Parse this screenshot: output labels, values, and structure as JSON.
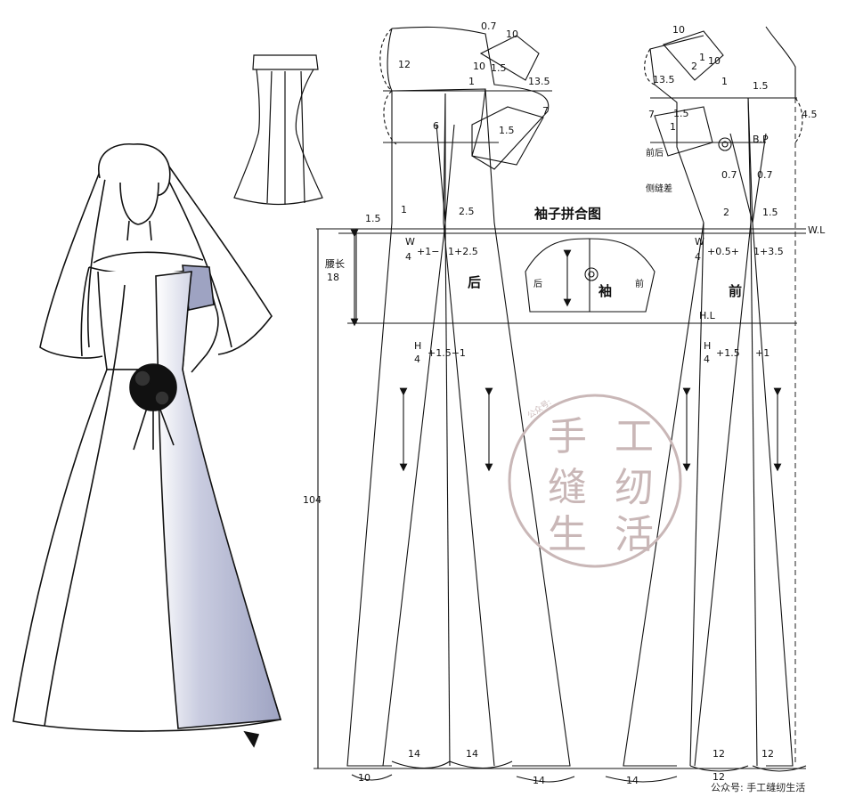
{
  "labels": {
    "sleeve_title": "袖子拼合图",
    "back": "后",
    "front": "前",
    "sleeve": "袖",
    "sleeve_back": "后",
    "sleeve_front": "前",
    "waist_length_1": "腰长",
    "waist_length_2": "18",
    "side_seam_diff_1": "前后",
    "side_seam_diff_2": "侧缝差",
    "total_length": "104",
    "wl": "W.L",
    "hl": "H.L",
    "bp": "B.P",
    "back_waist_formula_a": "W",
    "back_waist_formula_b": "4",
    "back_waist_formula_c": "+1−",
    "back_waist_formula_d": "1+2.5",
    "front_waist_formula_a": "W",
    "front_waist_formula_b": "4",
    "front_waist_formula_c": "+0.5+",
    "front_waist_formula_d": "1+3.5",
    "back_hip_a": "H",
    "back_hip_b": "4",
    "back_hip_c": "+1.5−1",
    "front_hip_a": "H",
    "front_hip_b": "4",
    "front_hip_c": "+1.5",
    "front_hip_d": "+1",
    "watermark": [
      "手",
      "工",
      "缝",
      "纫",
      "生",
      "活"
    ],
    "watermark_small": "公众号:",
    "credit": "公众号: 手工缝纫生活"
  },
  "measurements": {
    "m_12": "12",
    "m_07_top": "0.7",
    "m_10_top": "10",
    "m_10_side": "10",
    "m_15_a": "1.5",
    "m_135_back": "13.5",
    "m_7_back": "7",
    "m_6": "6",
    "m_15_b": "1.5",
    "m_1_back": "1",
    "m_15_wl_left": "1.5",
    "m_1_wl": "1",
    "m_25": "2.5",
    "m_10_front_top": "10",
    "m_2_front": "2",
    "m_1_front_a": "1",
    "m_10_front_side": "10",
    "m_135_front": "13.5",
    "m_1_front_b": "1",
    "m_15_front_c": "1.5",
    "m_7_front": "7",
    "m_15_front_d": "1.5",
    "m_1_front_e": "1",
    "m_45": "4.5",
    "m_07_bp_l": "0.7",
    "m_07_bp_r": "0.7",
    "m_2_wl": "2",
    "m_15_wl_right": "1.5",
    "hem_14_a": "14",
    "hem_14_b": "14",
    "hem_10": "10",
    "hem_14_c": "14",
    "hem_14_d": "14",
    "hem_12_a": "12",
    "hem_12_b": "12",
    "hem_12_c": "12"
  },
  "colors": {
    "line": "#1a1a1a",
    "dash": "#333333",
    "panel_shade": "#9ea3c2",
    "watermark": "#c9b7b7"
  }
}
